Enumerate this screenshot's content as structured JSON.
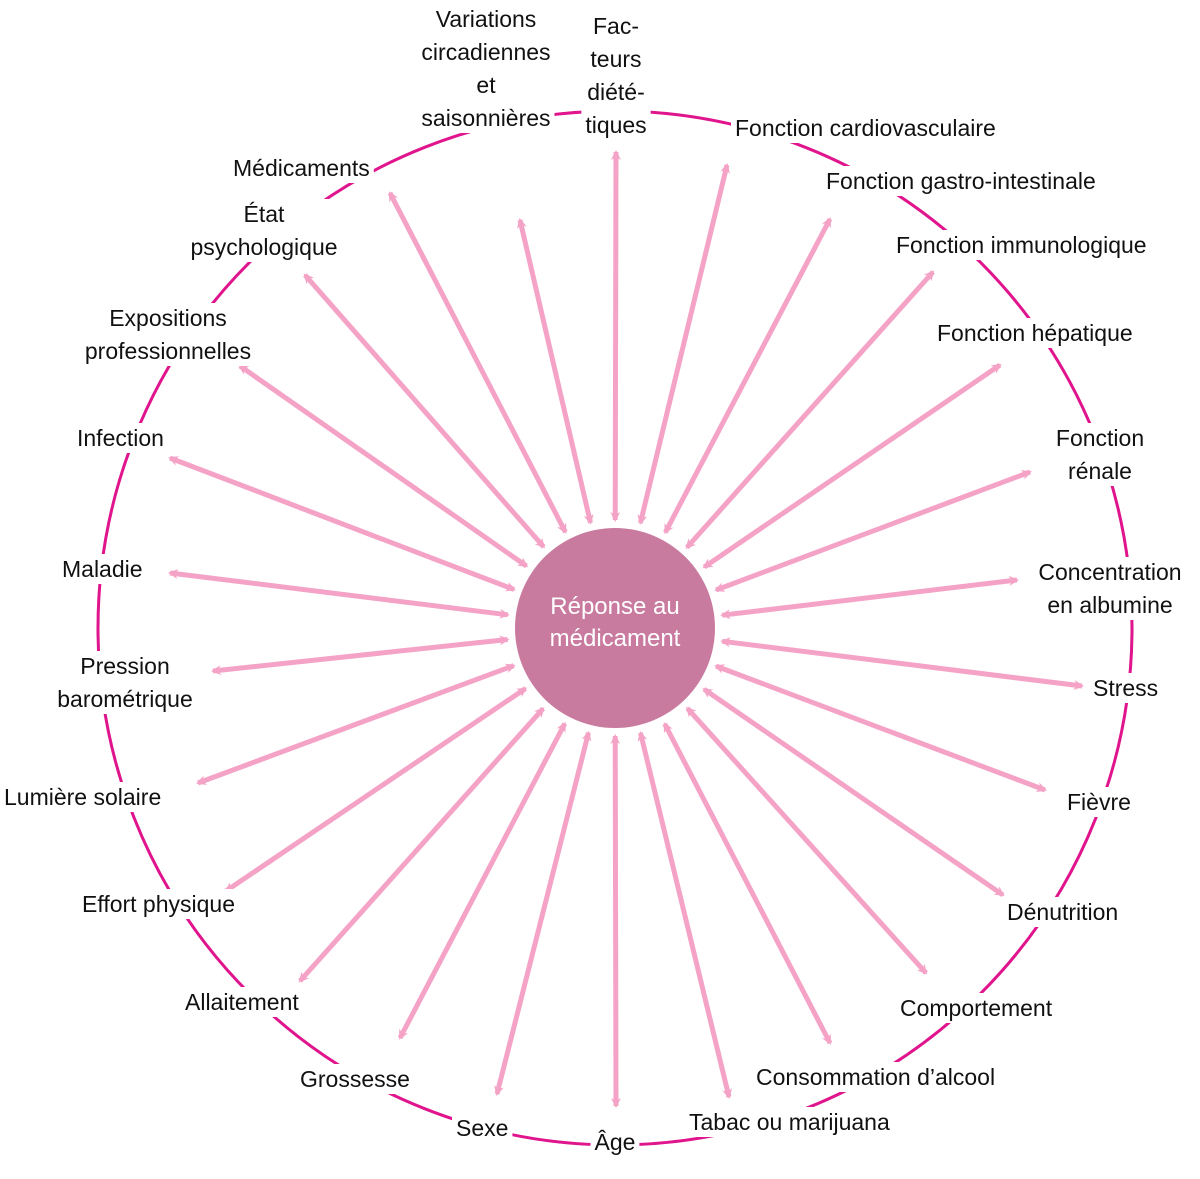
{
  "center": {
    "lines": [
      "Réponse au",
      "médicament"
    ],
    "fill": "#c97a9f"
  },
  "colors": {
    "ring": "#e0148c",
    "arrow": "#f4a3c7",
    "text": "#111111",
    "center_text": "#ffffff"
  },
  "factors": [
    {
      "id": "facteurs-dietetiques",
      "lines": [
        "Fac-",
        "teurs",
        "diété-",
        "tiques"
      ]
    },
    {
      "id": "fonction-cardiovasculaire",
      "lines": [
        "Fonction cardiovasculaire"
      ]
    },
    {
      "id": "fonction-gastro-intestinale",
      "lines": [
        "Fonction gastro-intestinale"
      ]
    },
    {
      "id": "fonction-immunologique",
      "lines": [
        "Fonction immunologique"
      ]
    },
    {
      "id": "fonction-hepatique",
      "lines": [
        "Fonction hépatique"
      ]
    },
    {
      "id": "fonction-renale",
      "lines": [
        "Fonction",
        "rénale"
      ]
    },
    {
      "id": "concentration-albumine",
      "lines": [
        "Concentration",
        "en albumine"
      ]
    },
    {
      "id": "stress",
      "lines": [
        "Stress"
      ]
    },
    {
      "id": "fievre",
      "lines": [
        "Fièvre"
      ]
    },
    {
      "id": "denutrition",
      "lines": [
        "Dénutrition"
      ]
    },
    {
      "id": "comportement",
      "lines": [
        "Comportement"
      ]
    },
    {
      "id": "consommation-alcool",
      "lines": [
        "Consommation d’alcool"
      ]
    },
    {
      "id": "tabac-marijuana",
      "lines": [
        "Tabac ou marijuana"
      ]
    },
    {
      "id": "age",
      "lines": [
        "Âge"
      ]
    },
    {
      "id": "sexe",
      "lines": [
        "Sexe"
      ]
    },
    {
      "id": "grossesse",
      "lines": [
        "Grossesse"
      ]
    },
    {
      "id": "allaitement",
      "lines": [
        "Allaitement"
      ]
    },
    {
      "id": "effort-physique",
      "lines": [
        "Effort physique"
      ]
    },
    {
      "id": "lumiere-solaire",
      "lines": [
        "Lumière solaire"
      ]
    },
    {
      "id": "pression-barometrique",
      "lines": [
        "Pression",
        "barométrique"
      ]
    },
    {
      "id": "maladie",
      "lines": [
        "Maladie"
      ]
    },
    {
      "id": "infection",
      "lines": [
        "Infection"
      ]
    },
    {
      "id": "expositions-professionnelles",
      "lines": [
        "Expositions",
        "professionnelles"
      ]
    },
    {
      "id": "etat-psychologique",
      "lines": [
        "État",
        "psychologique"
      ]
    },
    {
      "id": "medicaments",
      "lines": [
        "Médicaments"
      ]
    },
    {
      "id": "variations-circadiennes",
      "lines": [
        "Variations",
        "circadiennes",
        "et",
        "saisonnières"
      ]
    }
  ]
}
